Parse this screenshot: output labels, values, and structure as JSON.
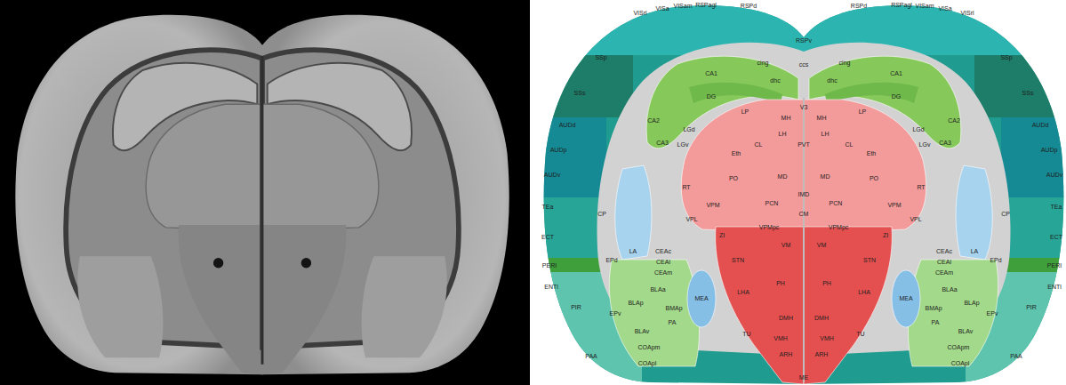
{
  "diagram": {
    "labels": [
      "VISrl",
      "VISa",
      "VISam",
      "RSPagl",
      "RSPd",
      "RSPd",
      "RSPagl",
      "VISam",
      "VISa",
      "VISrl",
      "SSp",
      "SSs",
      "AUDd",
      "AUDp",
      "AUDv",
      "TEa",
      "ECT",
      "PERI",
      "ENTl",
      "SSp",
      "SSs",
      "AUDd",
      "AUDp",
      "AUDv",
      "TEa",
      "ECT",
      "PERI",
      "ENTl",
      "RSPv",
      "cing",
      "ccs",
      "cing",
      "dhc",
      "dhc",
      "CA1",
      "CA1",
      "DG",
      "DG",
      "CA2",
      "CA2",
      "CA3",
      "CA3",
      "V3",
      "LP",
      "MH",
      "MH",
      "LP",
      "LGd",
      "LH",
      "LH",
      "LGd",
      "LGv",
      "CL",
      "PVT",
      "CL",
      "LGv",
      "Eth",
      "Eth",
      "MD",
      "PO",
      "MD",
      "PO",
      "RT",
      "RT",
      "IMD",
      "PCN",
      "PCN",
      "VPM",
      "VPM",
      "CP",
      "CM",
      "CP",
      "VPL",
      "VPL",
      "VPMpc",
      "VPMpc",
      "ZI",
      "ZI",
      "VM",
      "VM",
      "LA",
      "LA",
      "CEAc",
      "CEAc",
      "EPd",
      "EPd",
      "CEAl",
      "CEAl",
      "STN",
      "STN",
      "CEAm",
      "CEAm",
      "PH",
      "PH",
      "BLAa",
      "BLAa",
      "LHA",
      "LHA",
      "MEA",
      "MEA",
      "BLAp",
      "BLAp",
      "PIR",
      "PIR",
      "EPv",
      "EPv",
      "BMAp",
      "BMAp",
      "DMH",
      "DMH",
      "PA",
      "PA",
      "BLAv",
      "BLAv",
      "TU",
      "TU",
      "VMH",
      "VMH",
      "COApm",
      "COApm",
      "PAA",
      "PAA",
      "ARH",
      "ARH",
      "COApl",
      "COApl",
      "ME"
    ]
  }
}
